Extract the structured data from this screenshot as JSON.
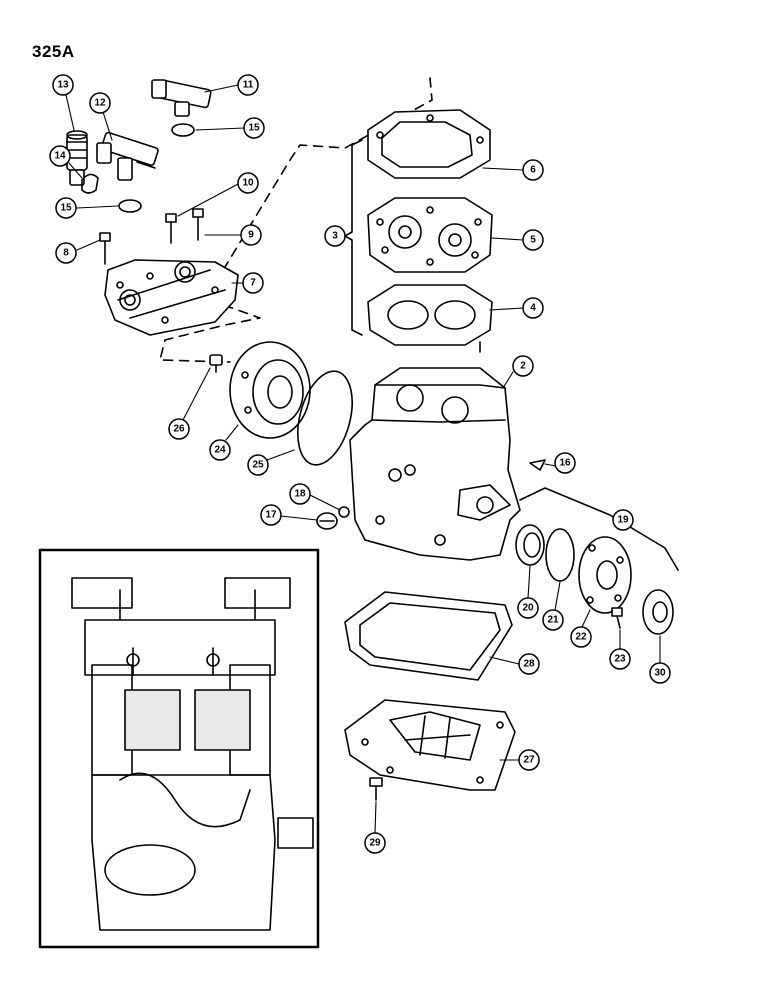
{
  "page": {
    "number": "325A"
  },
  "callouts": [
    {
      "id": "c13",
      "label": "13"
    },
    {
      "id": "c12",
      "label": "12"
    },
    {
      "id": "c11",
      "label": "11"
    },
    {
      "id": "c14",
      "label": "14"
    },
    {
      "id": "c15a",
      "label": "15"
    },
    {
      "id": "c15b",
      "label": "15"
    },
    {
      "id": "c10",
      "label": "10"
    },
    {
      "id": "c9",
      "label": "9"
    },
    {
      "id": "c8",
      "label": "8"
    },
    {
      "id": "c7",
      "label": "7"
    },
    {
      "id": "c6",
      "label": "6"
    },
    {
      "id": "c5",
      "label": "5"
    },
    {
      "id": "c4",
      "label": "4"
    },
    {
      "id": "c3",
      "label": "3"
    },
    {
      "id": "c2",
      "label": "2"
    },
    {
      "id": "c26",
      "label": "26"
    },
    {
      "id": "c24",
      "label": "24"
    },
    {
      "id": "c25",
      "label": "25"
    },
    {
      "id": "c16",
      "label": "16"
    },
    {
      "id": "c18",
      "label": "18"
    },
    {
      "id": "c17",
      "label": "17"
    },
    {
      "id": "c19",
      "label": "19"
    },
    {
      "id": "c20",
      "label": "20"
    },
    {
      "id": "c21",
      "label": "21"
    },
    {
      "id": "c22",
      "label": "22"
    },
    {
      "id": "c23",
      "label": "23"
    },
    {
      "id": "c30",
      "label": "30"
    },
    {
      "id": "c28",
      "label": "28"
    },
    {
      "id": "c27",
      "label": "27"
    },
    {
      "id": "c29",
      "label": "29"
    }
  ]
}
